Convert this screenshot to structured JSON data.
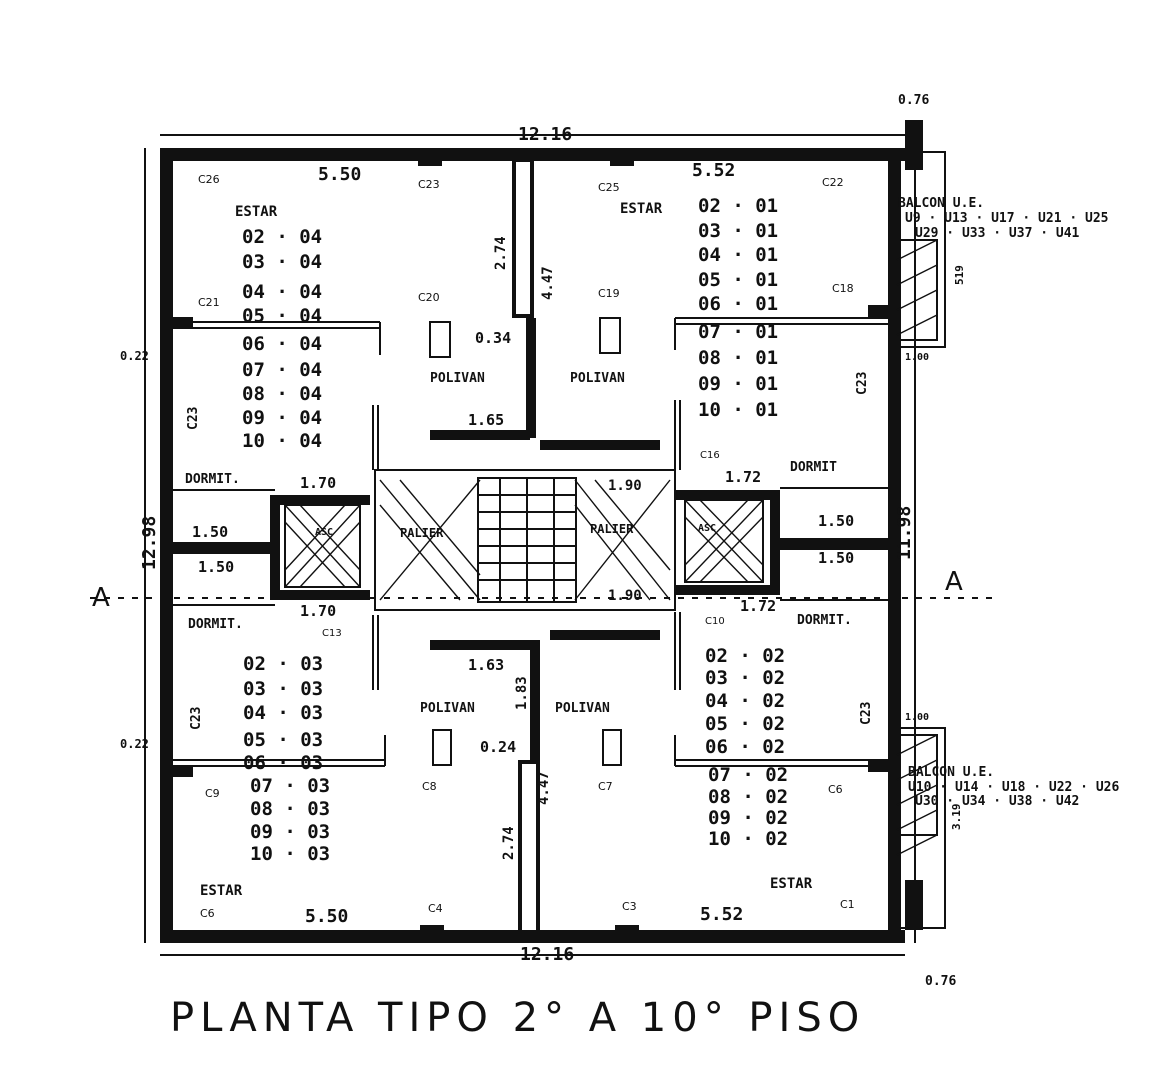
{
  "title": "PLANTA TIPO  2° A 10° PISO",
  "dims": {
    "top_total": "12.16",
    "bottom_total": "12.16",
    "left_total": "12.98",
    "right_total": "11.98",
    "top_left": "5.50",
    "top_right": "5.52",
    "bottom_left": "5.50",
    "bottom_right": "5.52",
    "balcony_top": "0.76",
    "balcony_bottom": "0.76",
    "offset_l1": "0.22",
    "offset_l2": "0.22",
    "d170a": "1.70",
    "d170b": "1.70",
    "d172a": "1.72",
    "d172b": "1.72",
    "d150a": "1.50",
    "d150b": "1.50",
    "d150c": "1.50",
    "d150d": "1.50",
    "d165a": "1.65",
    "d165b": "1.63",
    "d190a": "1.90",
    "d190b": "1.90",
    "d274a": "2.74",
    "d274b": "2.74",
    "d447a": "4.47",
    "d447b": "4.47",
    "d034": "0.34",
    "d024": "0.24",
    "d183": "1.83",
    "d519": "519",
    "d319": "3.19",
    "d100a": "1.00",
    "d100b": "1.00"
  },
  "rooms": {
    "estar_tl": "ESTAR",
    "estar_tr": "ESTAR",
    "estar_bl": "ESTAR",
    "estar_br": "ESTAR",
    "dormit_tl": "DORMIT.",
    "dormit_tr": "DORMIT",
    "dormit_bl": "DORMIT.",
    "dormit_br": "DORMIT.",
    "polivan_tl": "POLIVAN",
    "polivan_tr": "POLIVAN",
    "polivan_bl": "POLIVAN",
    "polivan_br": "POLIVAN",
    "palier_l": "PALIER",
    "palier_r": "PALIER",
    "asc_l": "ASC",
    "asc_r": "ASC",
    "balcon_top": "BALCON U.E.",
    "balcon_bottom": "BALCON U.E."
  },
  "units": {
    "tl": [
      "02 · 04",
      "03 · 04",
      "04 · 04",
      "05 · 04",
      "06 · 04",
      "07 · 04",
      "08 · 04",
      "09 · 04",
      "10 · 04"
    ],
    "tr": [
      "02 · 01",
      "03 · 01",
      "04 · 01",
      "05 · 01",
      "06 · 01",
      "07 · 01",
      "08 · 01",
      "09 · 01",
      "10 · 01"
    ],
    "bl": [
      "02 · 03",
      "03 · 03",
      "04 · 03",
      "05 · 03",
      "06 · 03",
      "07 · 03",
      "08 · 03",
      "09 · 03",
      "10 · 03"
    ],
    "br": [
      "02 · 02",
      "03 · 02",
      "04 · 02",
      "05 · 02",
      "06 · 02",
      "07 · 02",
      "08 · 02",
      "09 · 02",
      "10 · 02"
    ]
  },
  "balcony_units": {
    "top_1": "U9 · U13 · U17 · U21 · U25",
    "top_2": "U29 · U33 · U37 · U41",
    "bottom_1": "U10 · U14 · U18 · U22 · U26",
    "bottom_2": "U30 · U34 · U38 · U42"
  },
  "columns": {
    "c26": "C26",
    "c23": "C23",
    "c25": "C25",
    "c22": "C22",
    "c21": "C21",
    "c20": "C20",
    "c19": "C19",
    "c18": "C18",
    "c9": "C9",
    "c8": "C8",
    "c7": "C7",
    "c6": "C6",
    "c4": "C4",
    "c3": "C3",
    "c1": "C1",
    "c10": "C10",
    "c13": "C13",
    "c16": "C16"
  },
  "section": {
    "left": "A",
    "right": "A"
  }
}
